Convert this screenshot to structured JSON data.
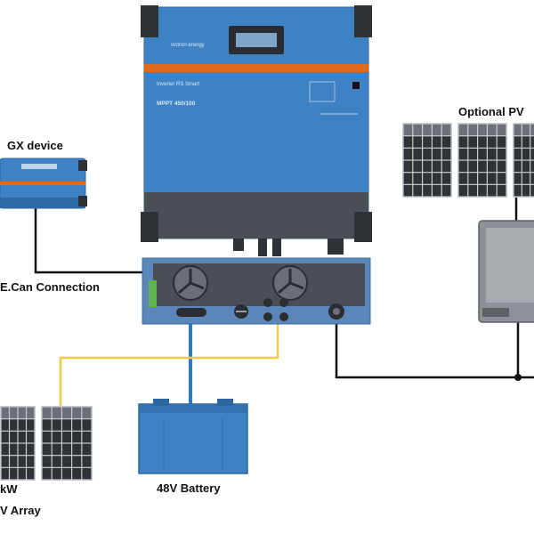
{
  "labels": {
    "gx_device": "GX device",
    "vecan": "E.Can Connection",
    "optional_pv": "Optional PV",
    "battery": "48V Battery",
    "array_line1": "kW",
    "array_line2": "V Array"
  },
  "inverter": {
    "brand": "victron energy",
    "model_line1": "Inverter RS Smart",
    "model_line2": "MPPT 450/100"
  },
  "colors": {
    "victron_blue": "#3d82c4",
    "accent_orange": "#e06a1c",
    "dark_gray": "#3a3a3a",
    "pv_cable": "#f2c84a",
    "battery_cable": "#2f7bbf",
    "wire": "#111111"
  }
}
